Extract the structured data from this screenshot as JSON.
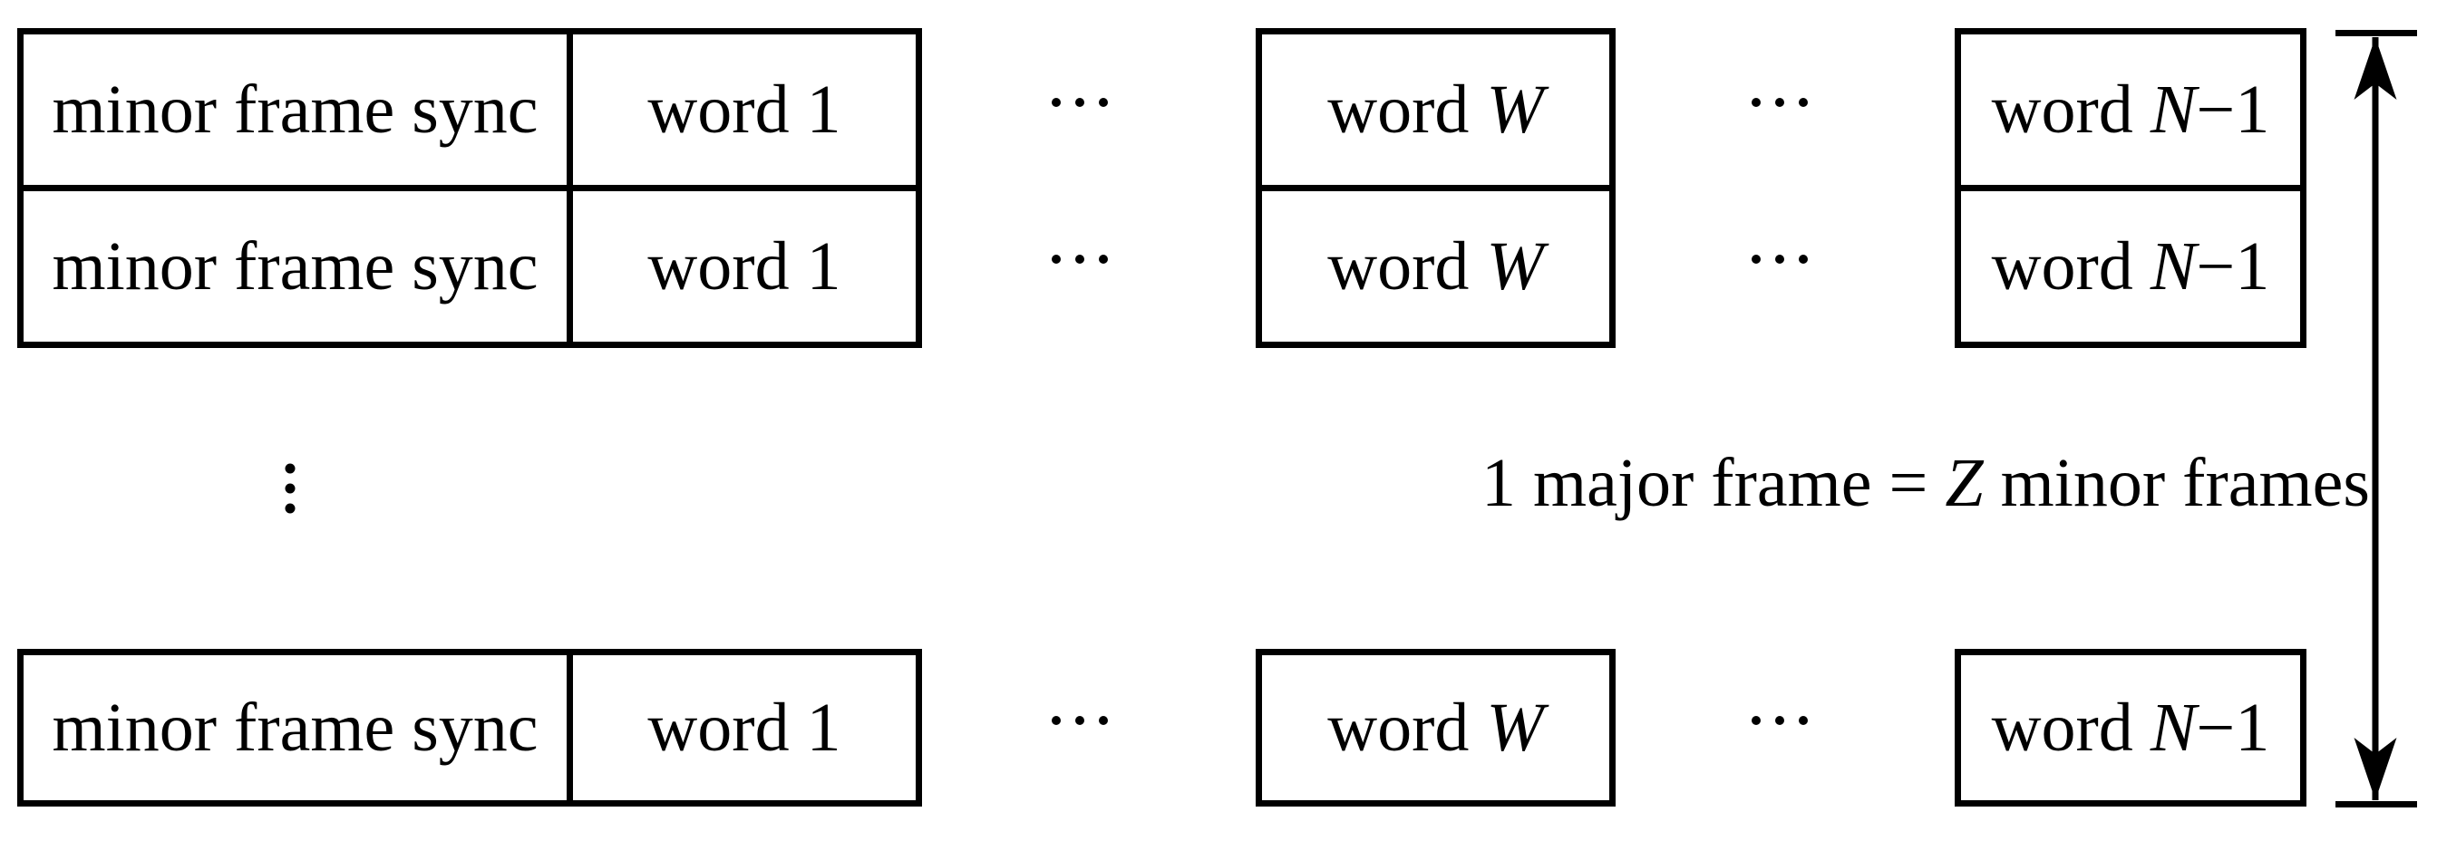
{
  "figure": {
    "type": "telemetry-minor-major-frame-structure",
    "background_color": "#ffffff",
    "line_color": "#000000",
    "cells": {
      "sync": "minor frame sync",
      "word1": "word 1",
      "wordW_prefix": "word ",
      "wordW_var": "W",
      "wordN_prefix": "word ",
      "wordN_var": "N",
      "wordN_suffix": "−1"
    },
    "annotation": {
      "prefix": "1 major frame = ",
      "var": "Z",
      "suffix": " minor frames"
    },
    "icons": {
      "horizontal_ellipsis": "⋯",
      "vertical_ellipsis": "⋮",
      "height_arrow": "double-headed-vertical-arrow"
    }
  }
}
